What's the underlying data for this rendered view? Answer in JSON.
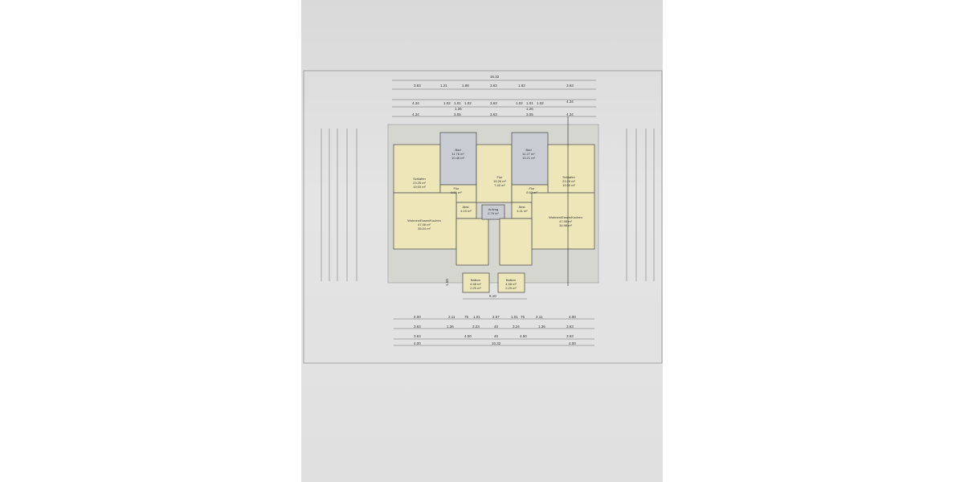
{
  "plan": {
    "top_total": "16.32",
    "top_row1": [
      "3.63",
      "1.21",
      "1.88",
      "3.63",
      "1.82",
      "3.63"
    ],
    "top_row3": [
      "4.34",
      "1.02",
      "1.01",
      "1.02",
      "3.63",
      "1.02",
      "1.01",
      "1.02",
      "4.34"
    ],
    "top_mid": "1.26",
    "top_row4": [
      "4.34",
      "3.05",
      "3.63",
      "3.05",
      "4.34"
    ],
    "bottom_row1": [
      "4.00",
      "2.11",
      "75",
      "1.01",
      "2.57",
      "1.01",
      "75",
      "2.11",
      "4.00"
    ],
    "bottom_row2": [
      "3.63",
      "1.36",
      "3.23",
      "40",
      "3.24",
      "1.36",
      "3.63"
    ],
    "bottom_row3": [
      "3.63",
      "4.50",
      "40",
      "4.50",
      "3.63"
    ],
    "bottom_total": [
      "4.00",
      "10.32",
      "4.00"
    ],
    "balcony_width": "6.10",
    "balcony_offset": "1.50",
    "rooms": {
      "left": {
        "bedroom": {
          "name": "Schlafen",
          "area1": "23.25 m²",
          "area2": "19.00 m²"
        },
        "bath": {
          "name": "Bad",
          "area1": "11.76 m²",
          "area2": "10.46 m²"
        },
        "hall": {
          "name": "Flur",
          "area1": "8.51 m²"
        },
        "storage": {
          "name": "Abst.",
          "area1": "4.10 m²"
        },
        "living": {
          "name": "Wohnen/Essen/Kochen",
          "area1": "47.08 m²",
          "area2": "35.04 m²"
        },
        "balcony": {
          "name": "Balkon",
          "area1": "4.58 m²",
          "area2": "2.29 m²"
        }
      },
      "center": {
        "stair": {
          "name": "Flur",
          "area1": "10.26 m²",
          "area2": "7.40 m²"
        },
        "lift": {
          "name": "Aufzug",
          "area1": "2.79 m²"
        }
      },
      "right": {
        "bedroom": {
          "name": "Schlafen",
          "area1": "23.25 m²",
          "area2": "19.00 m²"
        },
        "bath": {
          "name": "Bad",
          "area1": "11.27 m²",
          "area2": "10.21 m²"
        },
        "hall": {
          "name": "Flur",
          "area1": "8.62 m²"
        },
        "storage": {
          "name": "Abst.",
          "area1": "4.11 m²"
        },
        "living": {
          "name": "Wohnen/Essen/Kochen",
          "area1": "47.08 m²",
          "area2": "34.98 m²"
        },
        "balcony": {
          "name": "Balkon",
          "area1": "4.58 m²",
          "area2": "2.29 m²"
        }
      }
    }
  },
  "colors": {
    "room": "#ece6b8",
    "wet": "#c9ccd2",
    "paper": "#e4e4e4"
  }
}
